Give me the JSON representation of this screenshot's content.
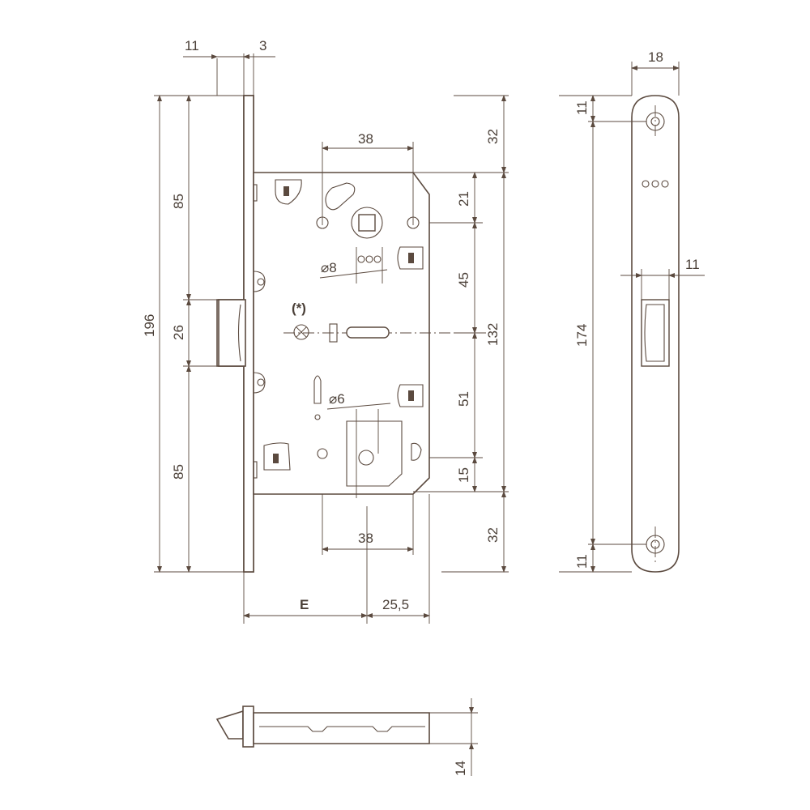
{
  "side_view": {
    "dim_top_left": "11",
    "dim_top_right": "3",
    "dim_total_height": "196",
    "dim_upper": "85",
    "dim_latch": "26",
    "dim_lower": "85"
  },
  "body_view": {
    "dim_spindle_top": "38",
    "dim_spindle_bottom": "38",
    "dim_top_offset": "32",
    "dim_bottom_offset": "32",
    "dim_upper_spindle": "21",
    "dim_latch_gap": "45",
    "dim_body_height": "132",
    "dim_lower_gap": "51",
    "dim_bottom_gap": "15",
    "hole_diameter_8": "⌀8",
    "hole_diameter_6": "⌀6",
    "note_marker": "(*)",
    "backset_label": "E",
    "dim_backset_offset": "25,5"
  },
  "faceplate_view": {
    "dim_width": "18",
    "dim_screw_top": "11",
    "dim_screw_bottom": "11",
    "dim_length": "174",
    "dim_latch_width": "11"
  },
  "latch_view": {
    "dim_thickness": "14"
  }
}
